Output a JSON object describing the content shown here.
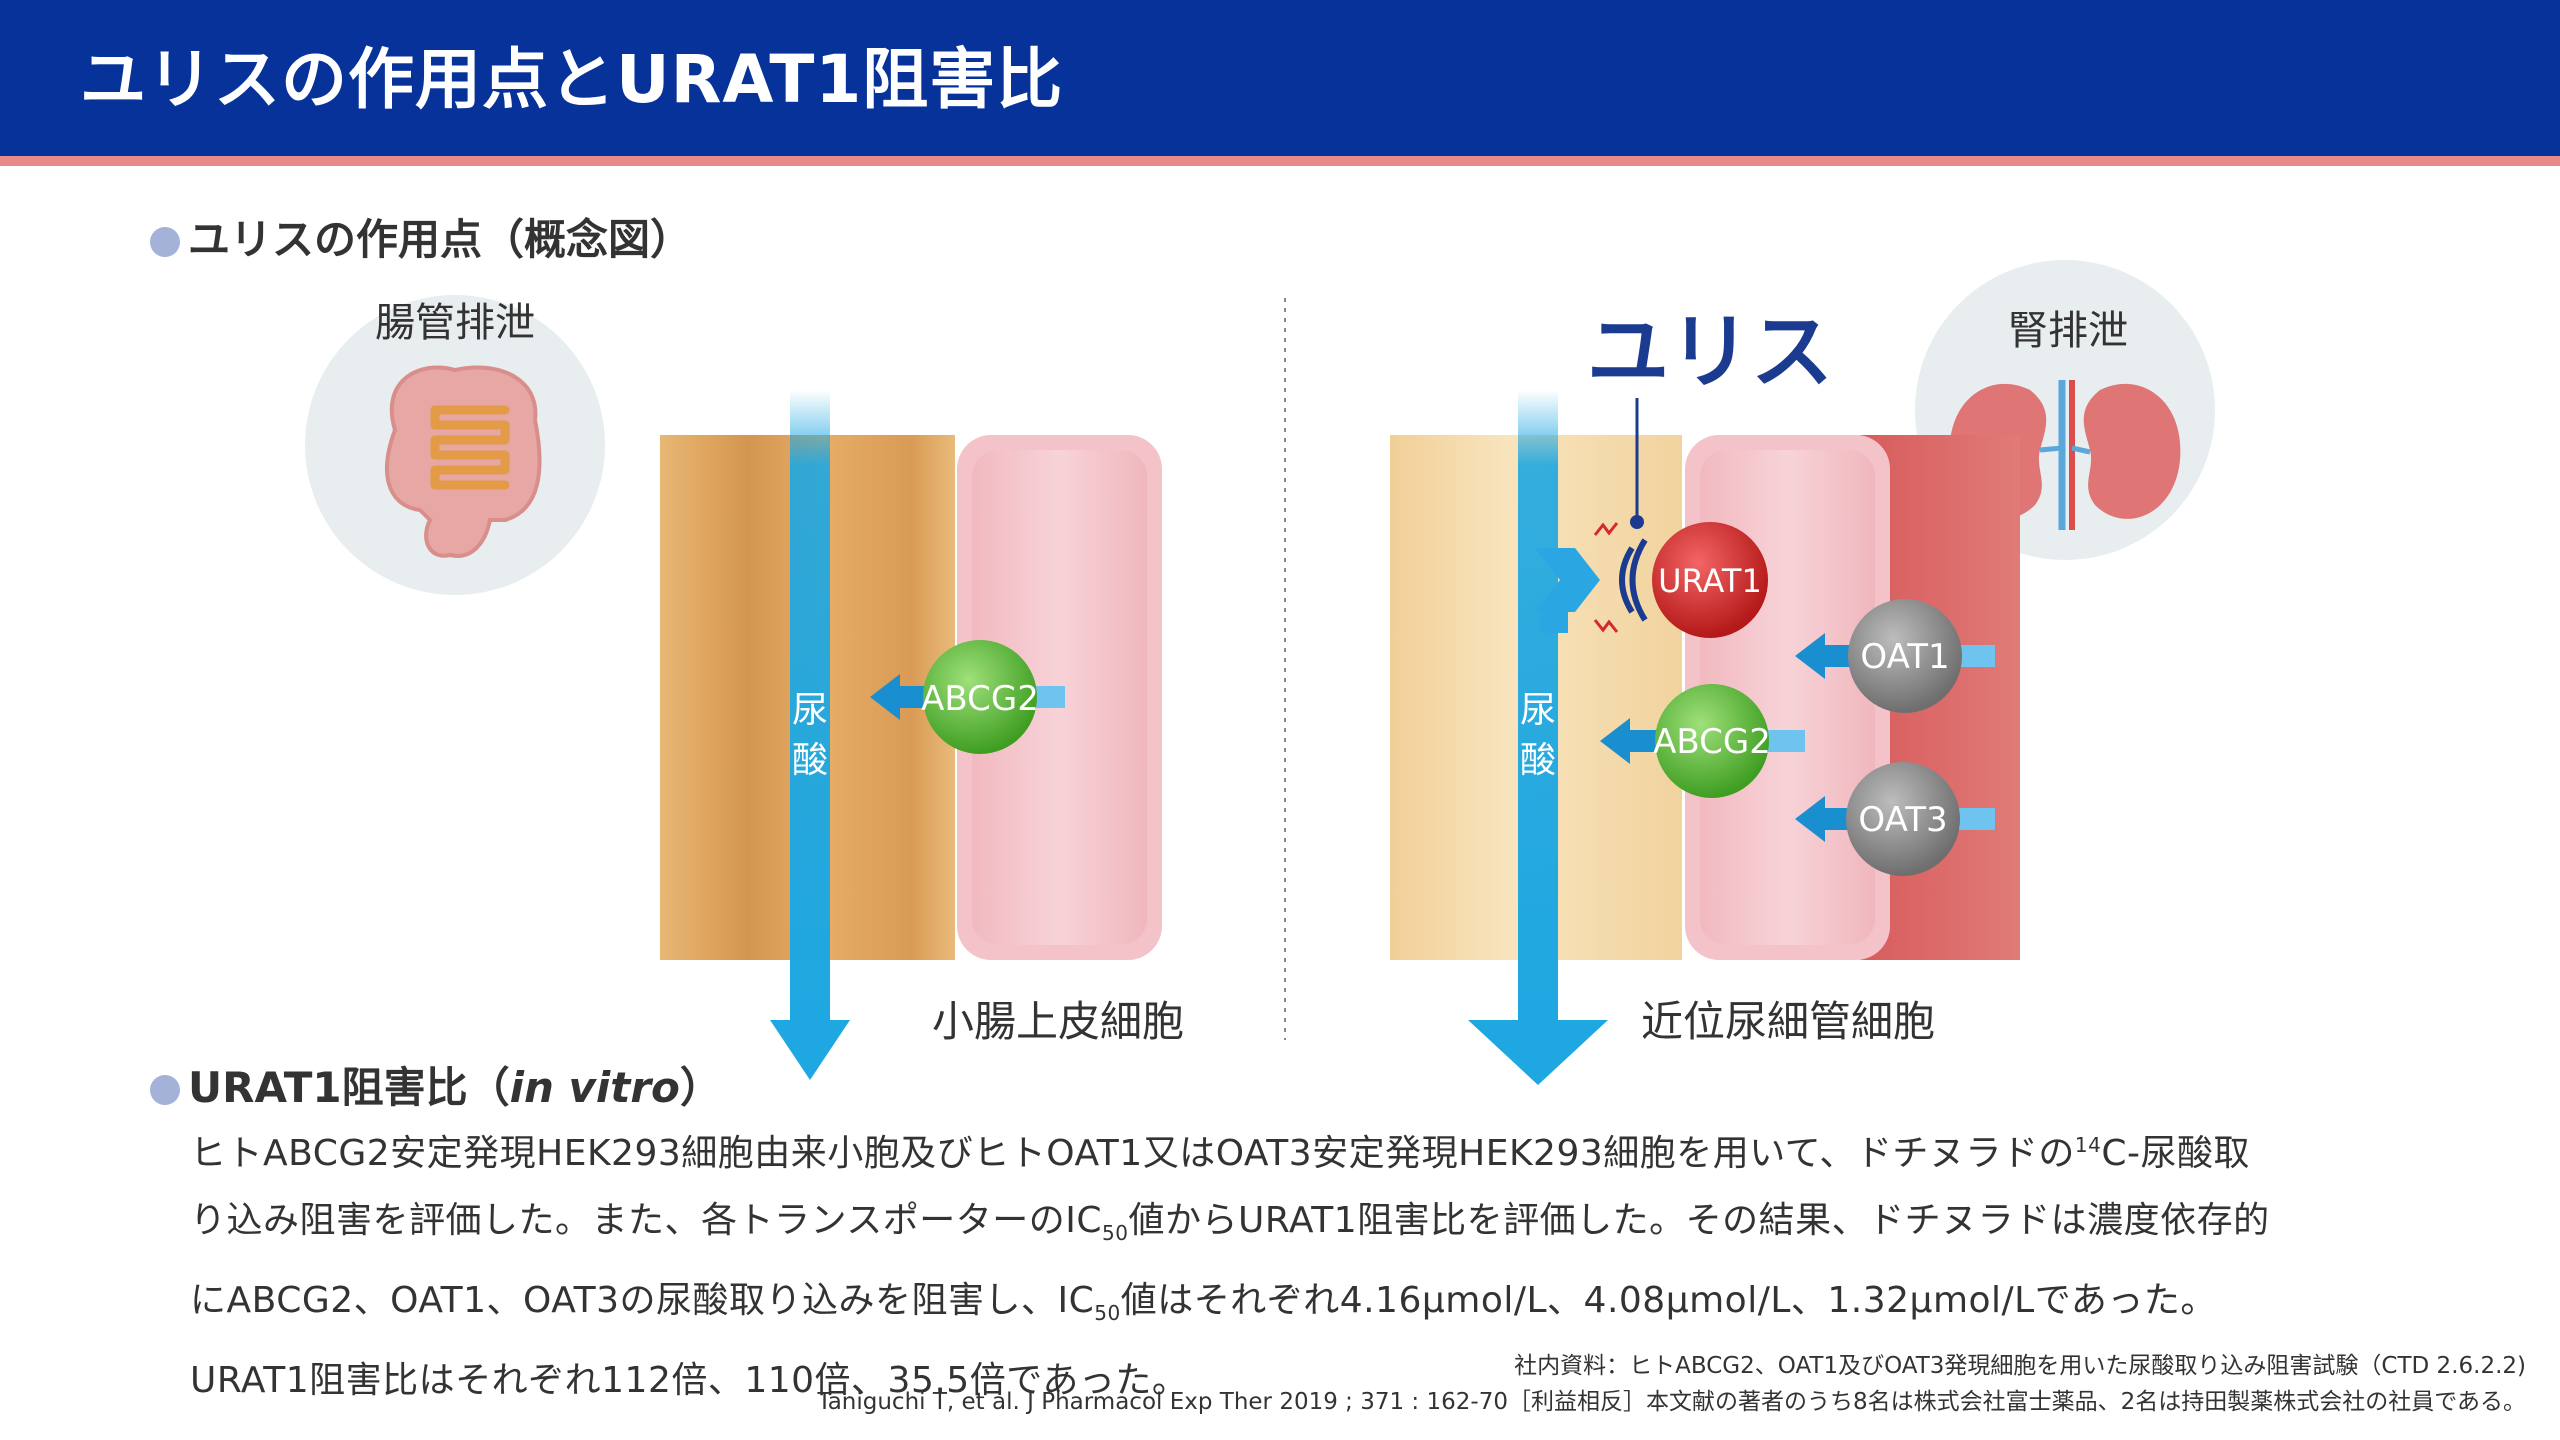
{
  "header": {
    "title": "ユリスの作用点とURAT1阻害比",
    "colors": {
      "background": "#06329a",
      "accent_line": "#e88a8a"
    }
  },
  "section1": {
    "heading": "ユリスの作用点（概念図）"
  },
  "diagram": {
    "intestine": {
      "badge_label": "腸管排泄",
      "badge_icon": "intestine-icon",
      "cell_label": "小腸上皮細胞",
      "flow_label_1": "尿",
      "flow_label_2": "酸",
      "transporter": "ABCG2"
    },
    "kidney": {
      "drug_label": "ユリス",
      "badge_label": "腎排泄",
      "badge_icon": "kidney-icon",
      "cell_label": "近位尿細管細胞",
      "flow_label_1": "尿",
      "flow_label_2": "酸",
      "transporters": {
        "urat1": "URAT1",
        "abcg2": "ABCG2",
        "oat1": "OAT1",
        "oat3": "OAT3"
      }
    },
    "colors": {
      "urate_flow": "#1ea7e1",
      "drug": "#1a3b8f",
      "urat1": "#d42a2a",
      "abcg2": "#4fb62f",
      "oat": "#8c8c8c"
    }
  },
  "section2": {
    "heading_main": "URAT1阻害比（",
    "heading_italic": "in vitro",
    "heading_end": "）",
    "line1_a": "ヒトABCG2安定発現HEK293細胞由来小胞及びヒトOAT1又はOAT3安定発現HEK293細胞を用いて、ドチヌラドの",
    "line1_sup": "14",
    "line1_b": "C-尿酸取",
    "line2_a": "り込み阻害を評価した。また、各トランスポーターのIC",
    "line2_sub": "50",
    "line2_b": "値からURAT1阻害比を評価した。その結果、ドチヌラドは濃度依存的",
    "line3_a": "にABCG2、OAT1、OAT3の尿酸取り込みを阻害し、IC",
    "line3_sub": "50",
    "line3_b": "値はそれぞれ4.16µmol/L、4.08µmol/L、1.32µmol/Lであった。",
    "line4": "URAT1阻害比はそれぞれ112倍、110倍、35.5倍であった。"
  },
  "footnotes": {
    "source": "社内資料：ヒトABCG2、OAT1及びOAT3発現細胞を用いた尿酸取り込み阻害試験（CTD 2.6.2.2)",
    "reference": "Taniguchi T, et al. J Pharmacol Exp Ther 2019 ; 371 : 162-70［利益相反］本文献の著者のうち8名は株式会社富士薬品、2名は持田製薬株式会社の社員である。"
  }
}
